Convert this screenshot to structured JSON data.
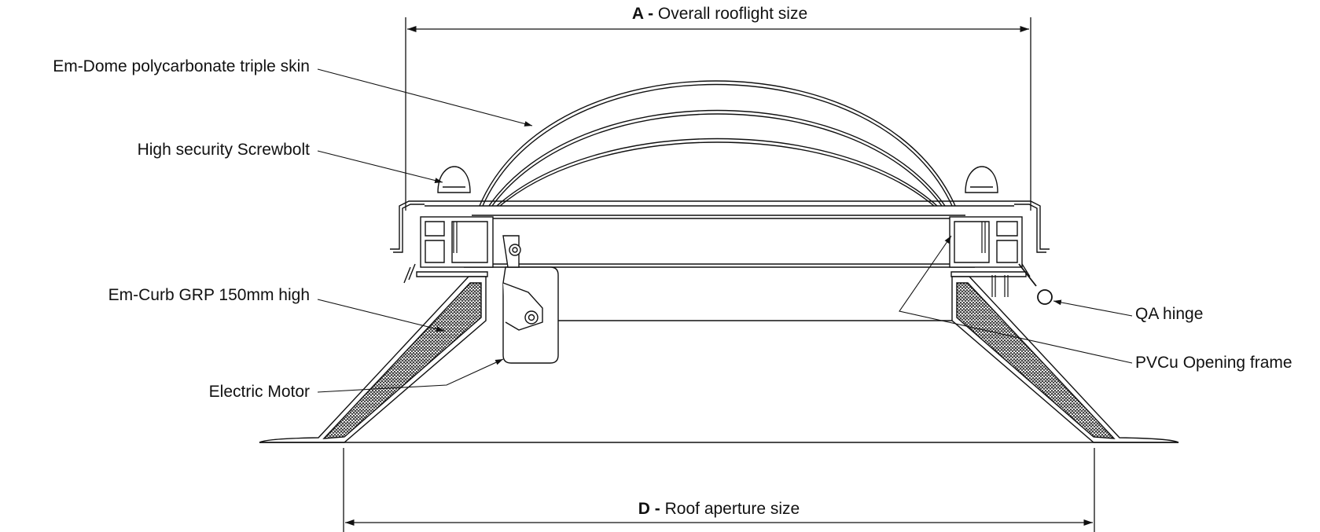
{
  "dimensions": {
    "top": {
      "key": "A -",
      "text": "Overall rooflight size"
    },
    "bottom": {
      "key": "D -",
      "text": "Roof aperture size"
    }
  },
  "labels": {
    "dome": "Em-Dome polycarbonate triple skin",
    "screwbolt": "High security Screwbolt",
    "curb": "Em-Curb GRP 150mm high",
    "motor": "Electric Motor",
    "hinge": "QA hinge",
    "frame": "PVCu Opening frame"
  },
  "colors": {
    "line": "#111111",
    "background": "#ffffff",
    "fill": "#ffffff"
  }
}
